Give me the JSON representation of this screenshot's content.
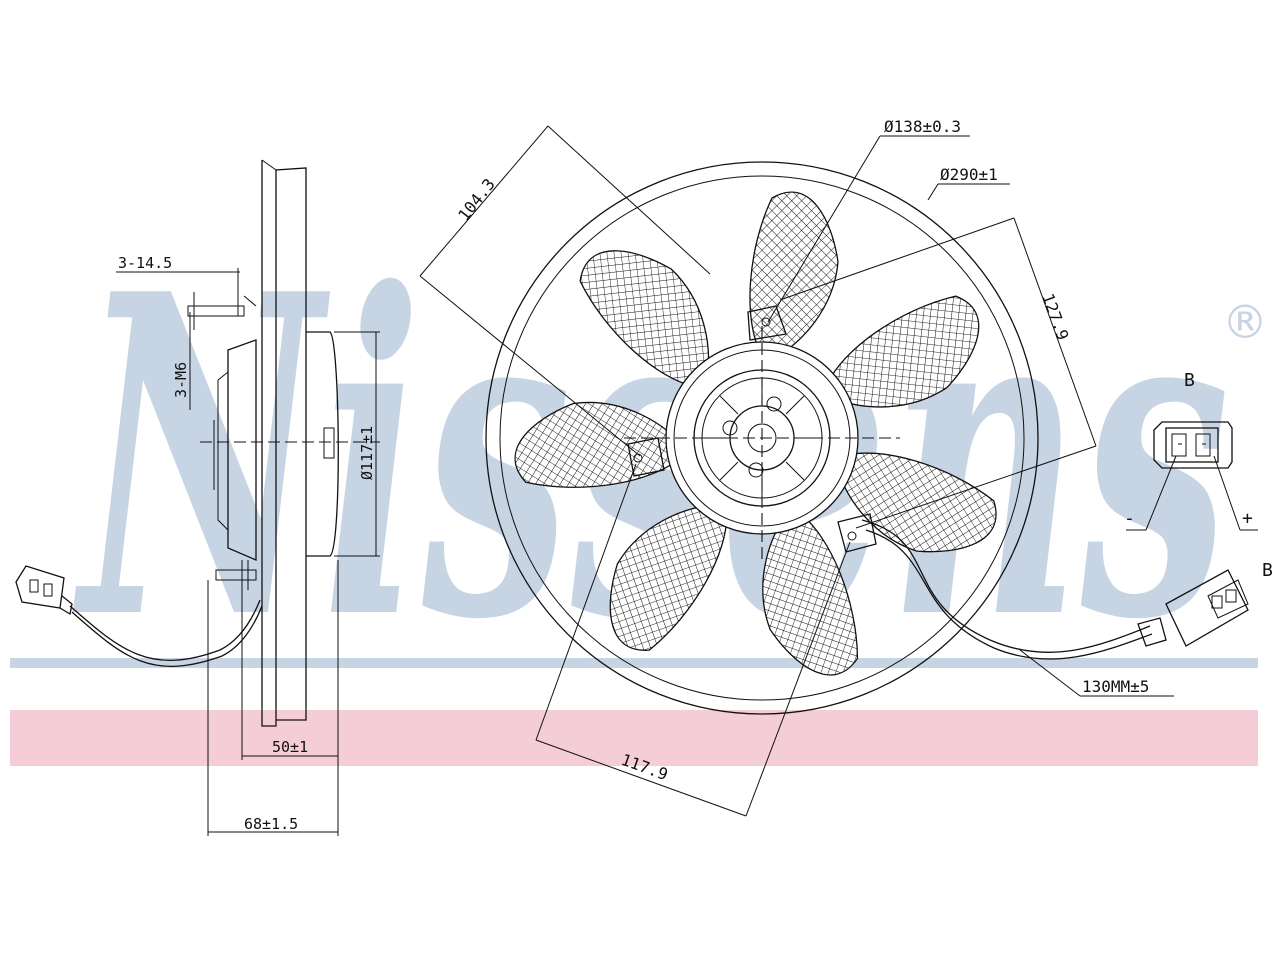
{
  "watermark": {
    "brand": "Nissens",
    "registered": "®",
    "colors": {
      "brand_blue": "#c7d4e3",
      "brand_red": "#f4cdd6"
    }
  },
  "side_view": {
    "dim_screw": "3-14.5",
    "dim_thread": "3-M6",
    "dim_motor_dia": "Ø117±1",
    "dim_depth_50": "50±1",
    "dim_depth_68": "68±1.5"
  },
  "front_view": {
    "dim_hub_dia": "Ø138±0.3",
    "dim_fan_dia": "Ø290±1",
    "dim_104": "104.3",
    "dim_127": "127.9",
    "dim_117": "117.9",
    "dim_cable": "130MM±5"
  },
  "connector": {
    "label_top": "B",
    "label_minus": "-",
    "label_plus": "+",
    "label_side": "B"
  }
}
